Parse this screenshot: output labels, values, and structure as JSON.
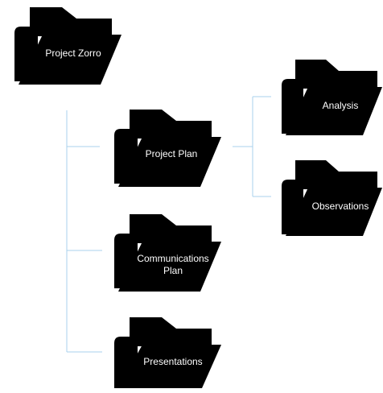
{
  "colors": {
    "folder": "#000000",
    "label": "#ffffff",
    "connector": "#a9d2ec",
    "background": "#ffffff"
  },
  "icon": "folder-icon",
  "folders": {
    "root": {
      "label": "Project Zorro"
    },
    "project_plan": {
      "label": "Project Plan"
    },
    "communications_plan": {
      "label": "Communications\nPlan"
    },
    "presentations": {
      "label": "Presentations"
    },
    "analysis": {
      "label": "Analysis"
    },
    "observations": {
      "label": "Observations"
    }
  }
}
